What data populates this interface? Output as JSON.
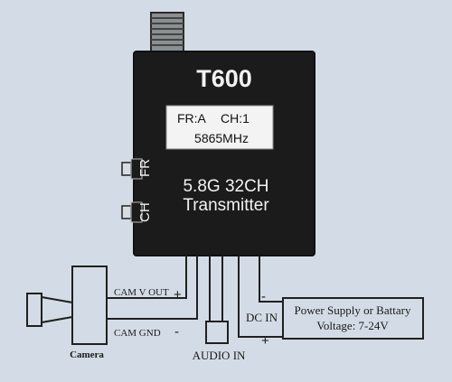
{
  "device": {
    "model": "T600",
    "lcd_line1_left": "FR:A",
    "lcd_line1_right": "CH:1",
    "lcd_line2": "5865MHz",
    "band_text": "5.8G 32CH",
    "type_text": "Transmitter",
    "button_fr": "FR",
    "button_ch": "CH"
  },
  "camera": {
    "label": "Camera",
    "cam_v_out": "CAM V OUT",
    "cam_gnd": "CAM GND",
    "plus": "+",
    "minus": "-"
  },
  "audio": {
    "label": "AUDIO IN"
  },
  "power": {
    "dc_in": "DC IN",
    "box_line1": "Power Supply or Battary",
    "box_line2": "Voltage: 7-24V",
    "plus": "+",
    "minus": "-"
  },
  "colors": {
    "background": "#d3dce6",
    "device_body": "#1b1b1b",
    "line": "#202020",
    "lcd": "#f3f3f3",
    "white_text": "#f2f2f2"
  }
}
